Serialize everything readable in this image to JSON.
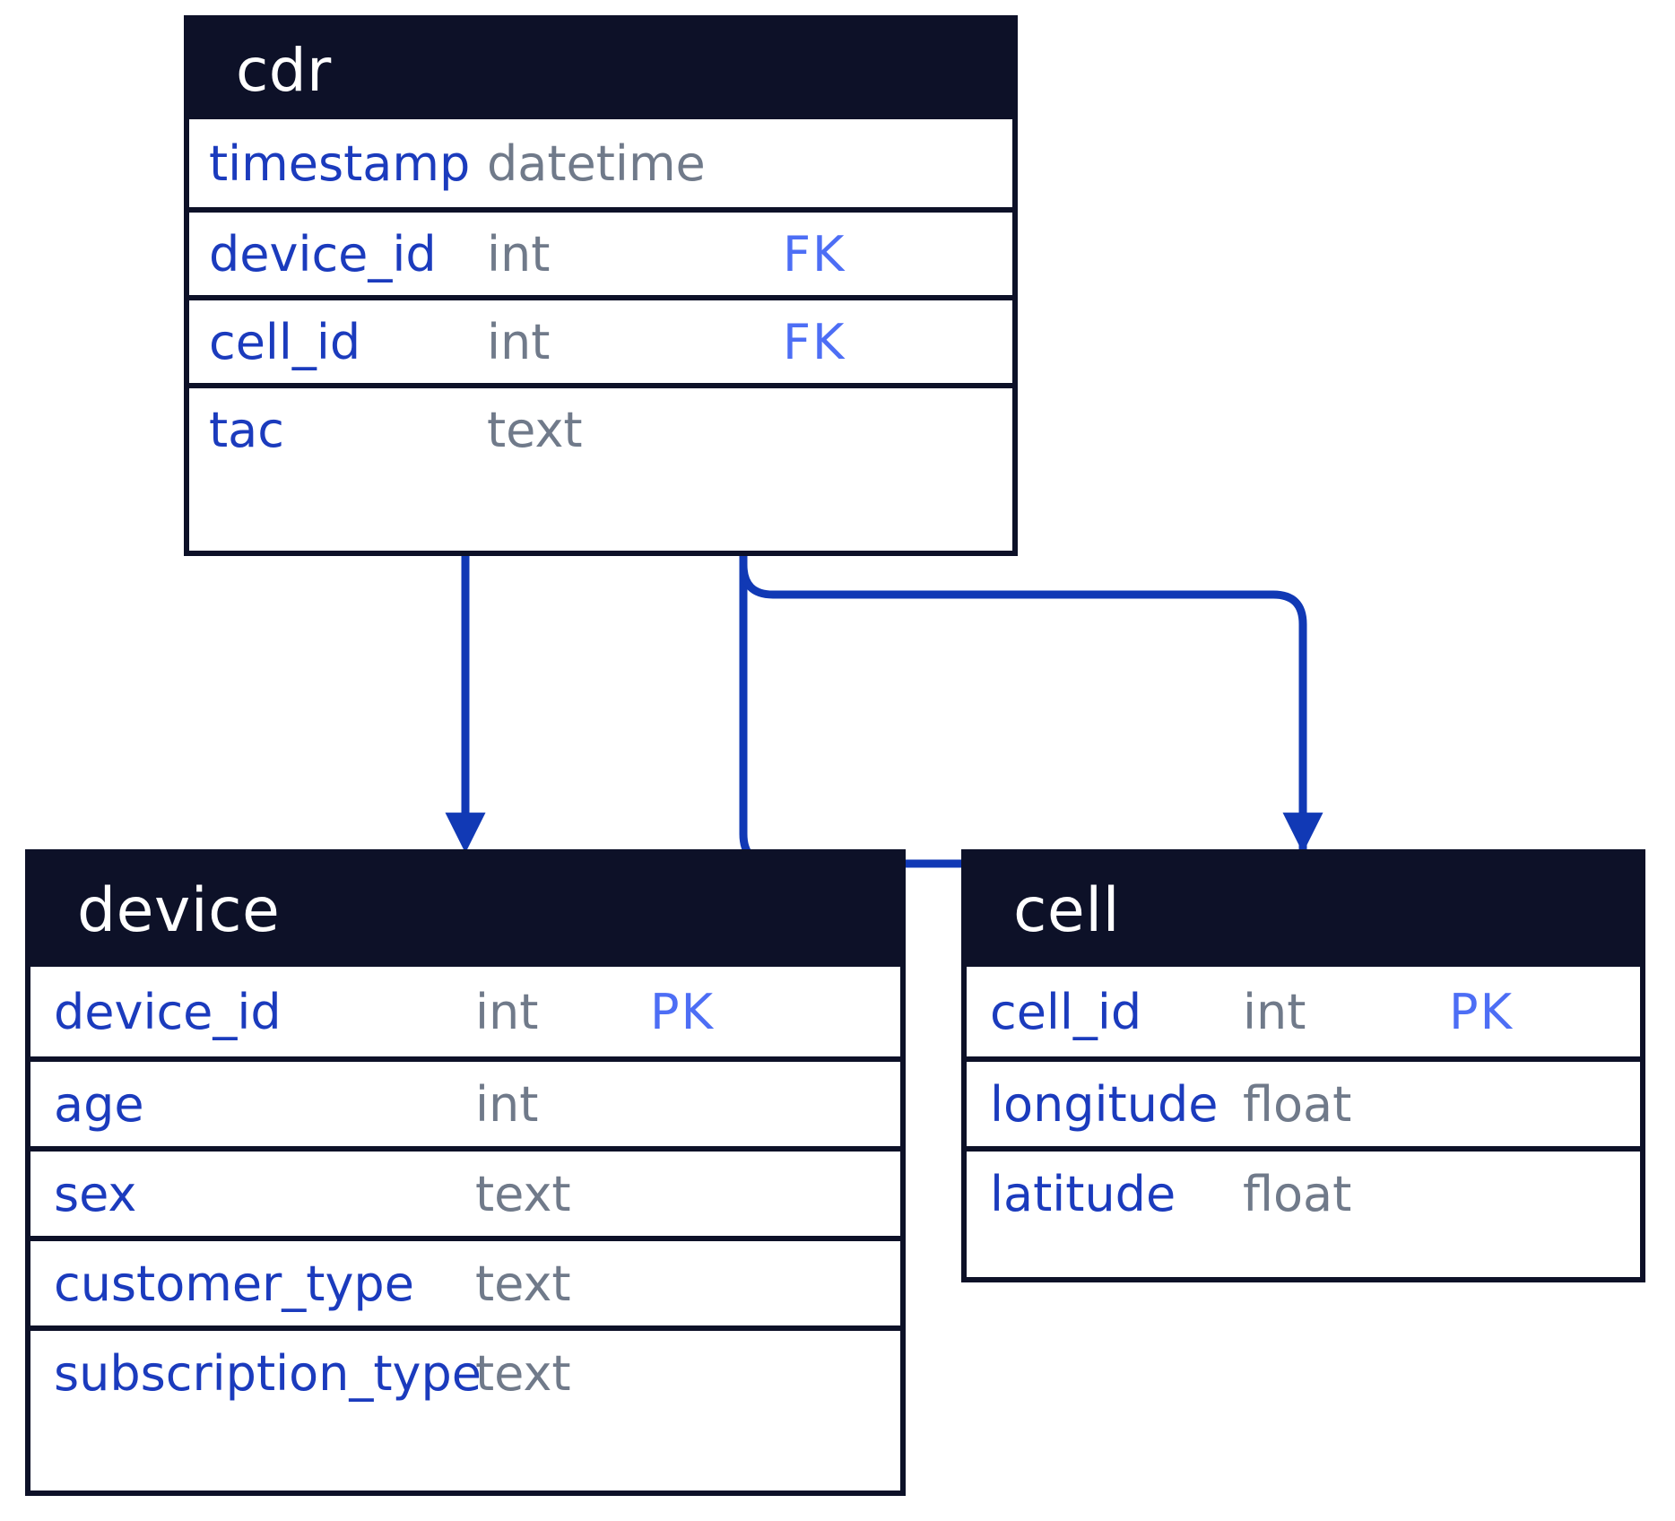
{
  "diagram": {
    "type": "entity-relationship-diagram",
    "colors": {
      "header_bg": "#0d1128",
      "header_text": "#ffffff",
      "attribute_name": "#1b3bbd",
      "attribute_type": "#707a8a",
      "key_badge": "#4d6ef5",
      "relationship_line": "#1139b5",
      "background": "#ffffff"
    },
    "entities": [
      {
        "id": "cdr",
        "title": "cdr",
        "attributes": [
          {
            "name": "timestamp",
            "type": "datetime",
            "key": ""
          },
          {
            "name": "device_id",
            "type": "int",
            "key": "FK"
          },
          {
            "name": "cell_id",
            "type": "int",
            "key": "FK"
          },
          {
            "name": "tac",
            "type": "text",
            "key": ""
          }
        ]
      },
      {
        "id": "device",
        "title": "device",
        "attributes": [
          {
            "name": "device_id",
            "type": "int",
            "key": "PK"
          },
          {
            "name": "age",
            "type": "int",
            "key": ""
          },
          {
            "name": "sex",
            "type": "text",
            "key": ""
          },
          {
            "name": "customer_type",
            "type": "text",
            "key": ""
          },
          {
            "name": "subscription_type",
            "type": "text",
            "key": ""
          }
        ]
      },
      {
        "id": "cell",
        "title": "cell",
        "attributes": [
          {
            "name": "cell_id",
            "type": "int",
            "key": "PK"
          },
          {
            "name": "longitude",
            "type": "float",
            "key": ""
          },
          {
            "name": "latitude",
            "type": "float",
            "key": ""
          }
        ]
      }
    ],
    "relationships": [
      {
        "id": "cdr-device",
        "from": "cdr",
        "from_attribute": "device_id",
        "to": "device",
        "to_attribute": "device_id"
      },
      {
        "id": "cdr-cell",
        "from": "cdr",
        "from_attribute": "cell_id",
        "to": "cell",
        "to_attribute": "cell_id"
      }
    ]
  }
}
